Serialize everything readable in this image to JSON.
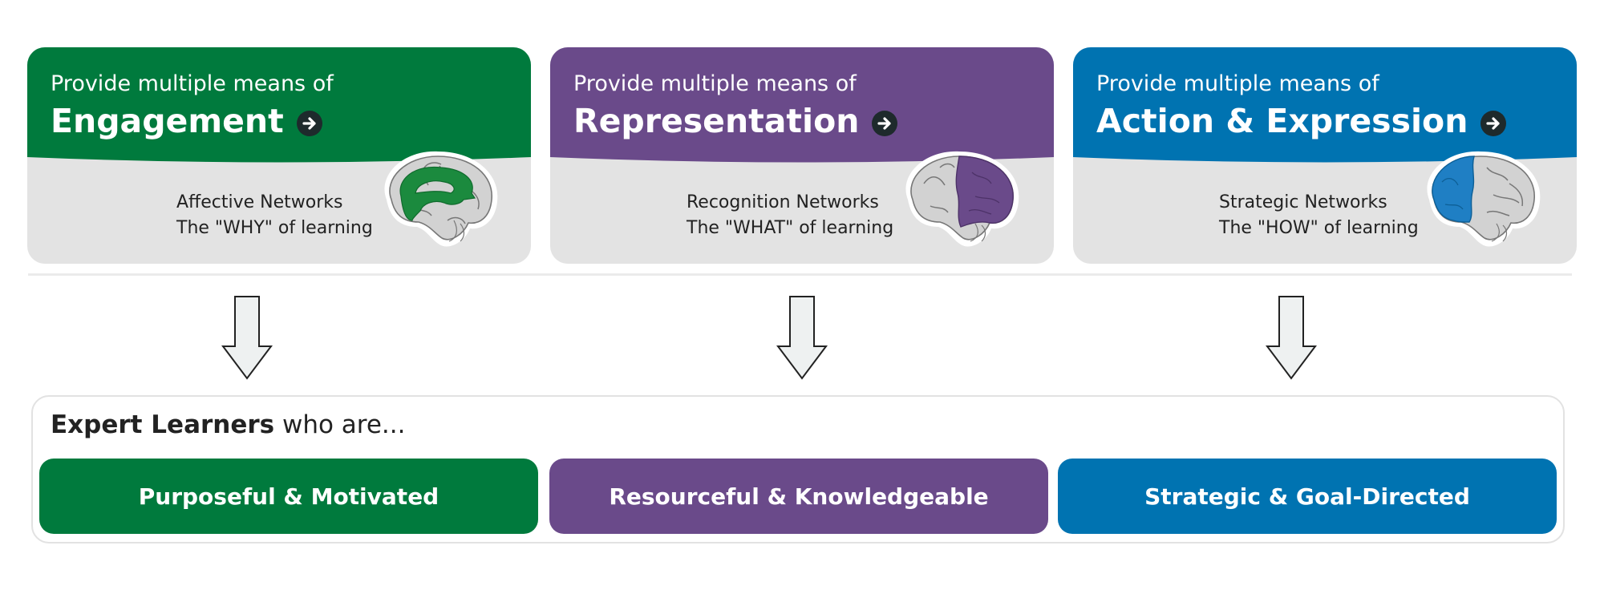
{
  "colors": {
    "engagement": "#007a3d",
    "representation": "#6a4a8a",
    "action": "#0073b1",
    "card_bg": "#e3e3e3"
  },
  "cards": [
    {
      "pre": "Provide multiple means of",
      "title": "Engagement",
      "network_line1": "Affective Networks",
      "network_line2": "The \"WHY\" of learning",
      "icon": "brain-icon"
    },
    {
      "pre": "Provide multiple means of",
      "title": "Representation",
      "network_line1": "Recognition Networks",
      "network_line2": "The \"WHAT\" of learning",
      "icon": "brain-icon"
    },
    {
      "pre": "Provide multiple means of",
      "title": "Action & Expression",
      "network_line1": "Strategic Networks",
      "network_line2": "The \"HOW\" of learning",
      "icon": "brain-icon"
    }
  ],
  "learners": {
    "title_bold": "Expert Learners",
    "title_rest": " who are...",
    "qualities": [
      "Purposeful & Motivated",
      "Resourceful & Knowledgeable",
      "Strategic & Goal-Directed"
    ]
  }
}
